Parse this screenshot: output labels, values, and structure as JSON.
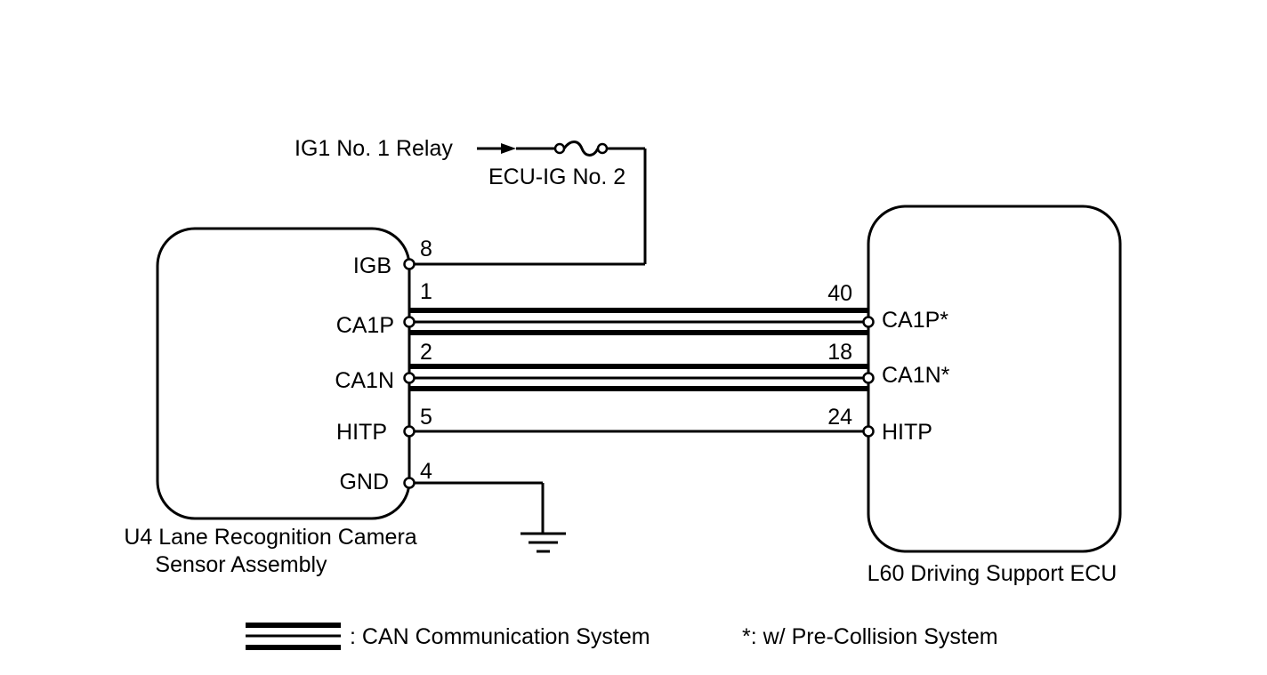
{
  "source": {
    "label": "IG1 No. 1 Relay",
    "fuse": "ECU-IG No. 2"
  },
  "left_component": {
    "name_line1": "U4 Lane Recognition Camera",
    "name_line2": "Sensor Assembly",
    "pins": [
      {
        "label": "IGB",
        "number": "8"
      },
      {
        "label": "CA1P",
        "number": "1"
      },
      {
        "label": "CA1N",
        "number": "2"
      },
      {
        "label": "HITP",
        "number": "5"
      },
      {
        "label": "GND",
        "number": "4"
      }
    ]
  },
  "right_component": {
    "name": "L60 Driving Support ECU",
    "pins": [
      {
        "label": "CA1P*",
        "number": "40"
      },
      {
        "label": "CA1N*",
        "number": "18"
      },
      {
        "label": "HITP",
        "number": "24"
      }
    ]
  },
  "legend": {
    "can": ": CAN Communication System",
    "note": "*: w/ Pre-Collision System"
  }
}
